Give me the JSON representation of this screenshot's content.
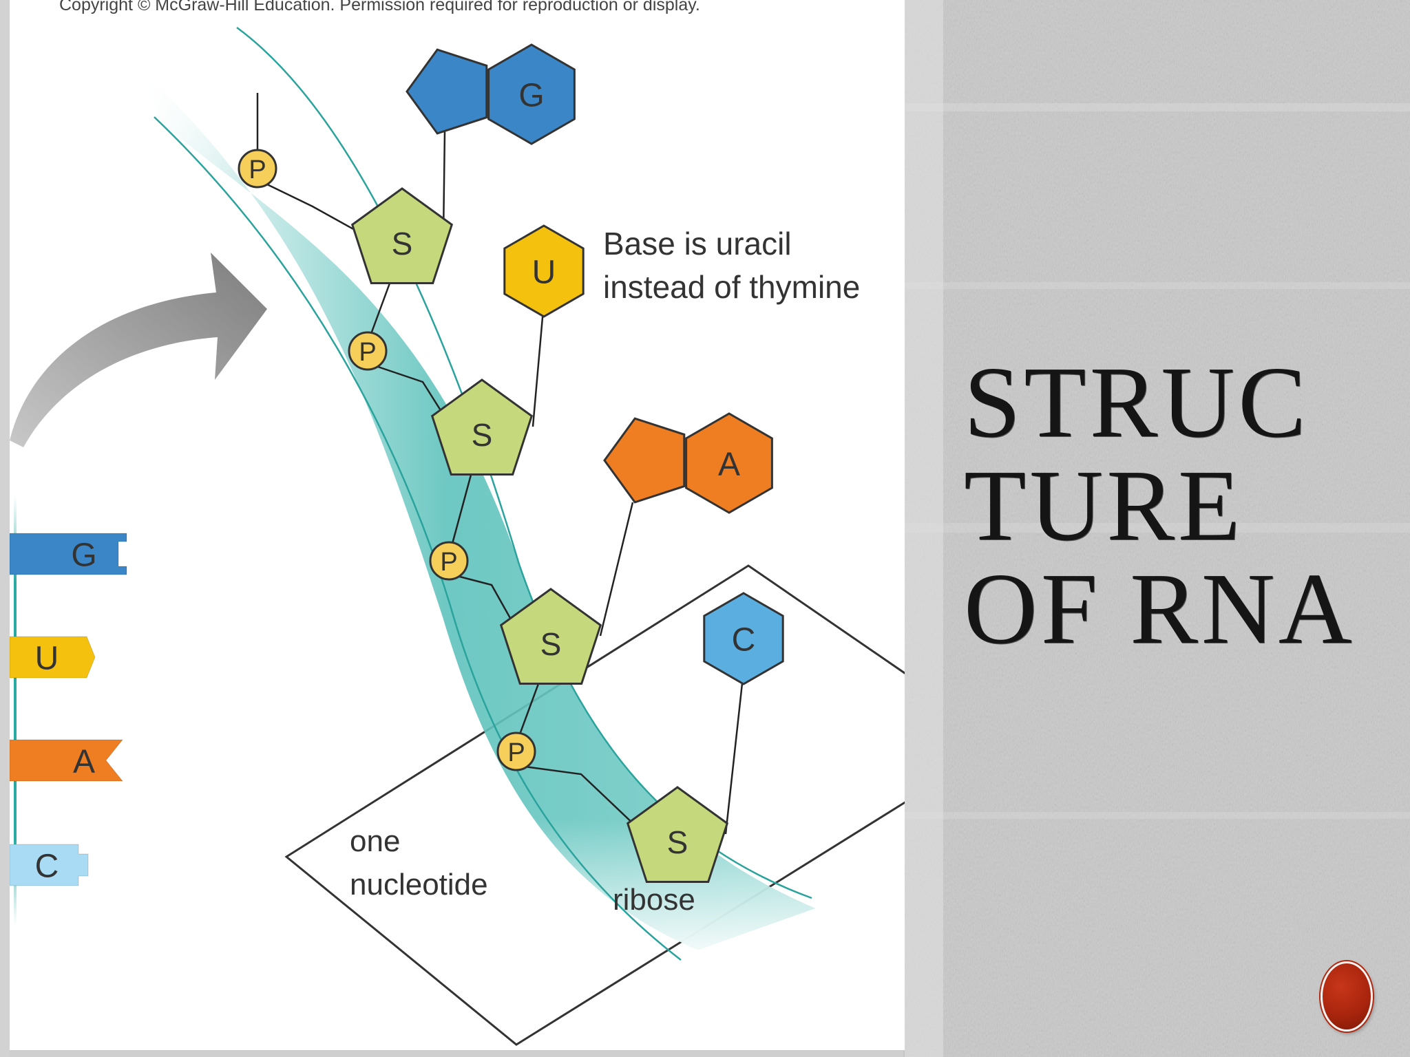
{
  "figure": {
    "copyright": "Copyright © McGraw-Hill Education. Permission required for reproduction or display.",
    "callout": [
      "Base is uracil",
      "instead of thymine"
    ],
    "nucleotide_label": [
      "one",
      "nucleotide"
    ],
    "ribose_label": "ribose",
    "phosphate_symbol": "P",
    "sugar_symbol": "S",
    "strand_bases": [
      "G",
      "U",
      "A",
      "C"
    ],
    "legend_bases": [
      "G",
      "U",
      "A",
      "C"
    ]
  },
  "slide": {
    "title_lines": [
      "STRUC",
      "TURE",
      "OF RNA"
    ]
  },
  "colors": {
    "guanine": "#3a86c6",
    "uracil": "#f4c10f",
    "adenine": "#ef7d22",
    "cytosine": "#5aaee0",
    "cytosine_legend": "#a9dcf4",
    "sugar": "#c5d97c",
    "phosphate": "#f5cf5a",
    "backbone": "#5ec2bc",
    "nav_button": "#b3280f"
  }
}
